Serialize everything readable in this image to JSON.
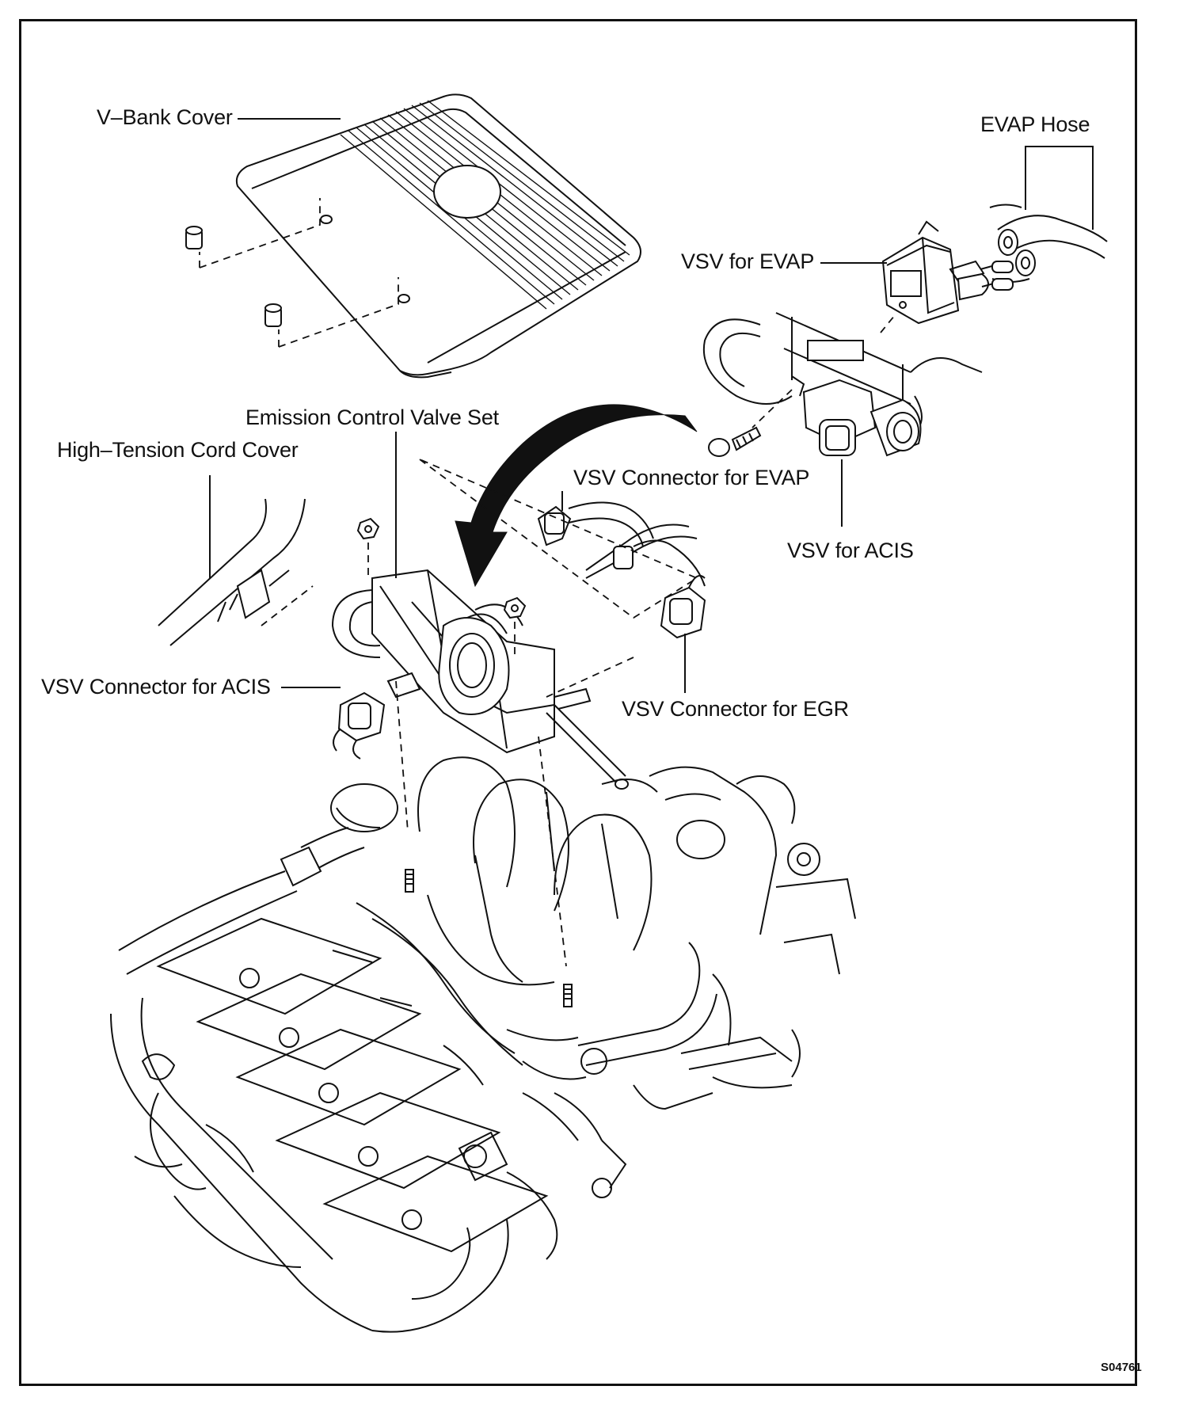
{
  "labels": {
    "v_bank_cover": "V–Bank Cover",
    "evap_hose": "EVAP Hose",
    "vsv_for_evap": "VSV for EVAP",
    "emission_control_valve_set": "Emission Control Valve Set",
    "high_tension_cord_cover": "High–Tension Cord Cover",
    "vsv_connector_for_evap": "VSV Connector for EVAP",
    "vsv_for_acis": "VSV for ACIS",
    "vsv_connector_for_acis": "VSV Connector for ACIS",
    "vsv_connector_for_egr": "VSV Connector for EGR"
  },
  "figure_code": "S04761"
}
